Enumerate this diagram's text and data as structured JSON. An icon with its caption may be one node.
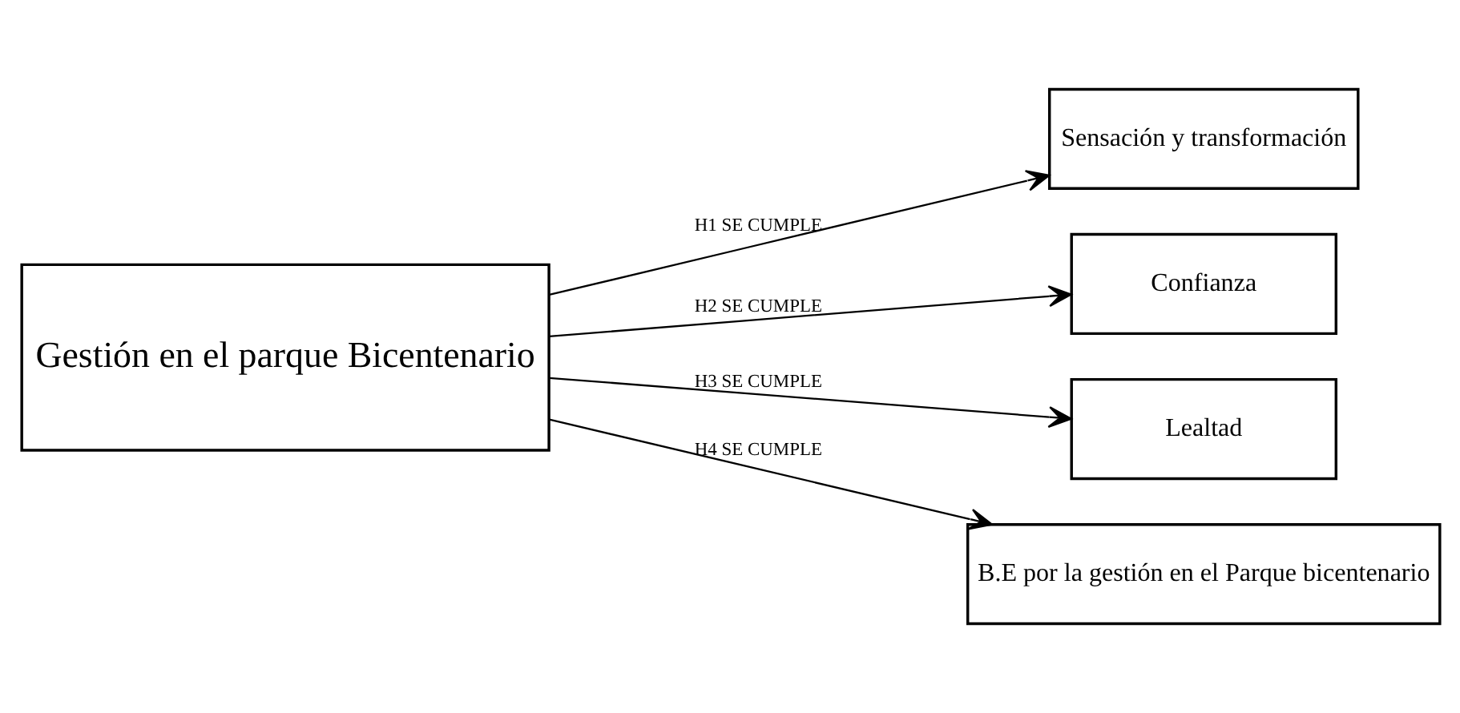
{
  "diagram": {
    "nodes": [
      {
        "text": [
          "Gestión en el parque Bicentenario"
        ]
      },
      {
        "text": [
          "Sensación y transformación"
        ]
      },
      {
        "text": [
          "Confianza"
        ]
      },
      {
        "text": [
          "Lealtad"
        ]
      },
      {
        "text": [
          "B.E por la gestión en el Parque bicentenario"
        ]
      }
    ],
    "edges": [
      {
        "from": 0,
        "to": 1,
        "arrow": "to",
        "label": "H1 SE CUMPLE"
      },
      {
        "from": 0,
        "to": 2,
        "arrow": "to",
        "label": "H2 SE CUMPLE"
      },
      {
        "from": 0,
        "to": 3,
        "arrow": "to",
        "label": "H3 SE CUMPLE"
      },
      {
        "from": 0,
        "to": 4,
        "arrow": "to",
        "label": "H4 SE CUMPLE"
      }
    ]
  }
}
